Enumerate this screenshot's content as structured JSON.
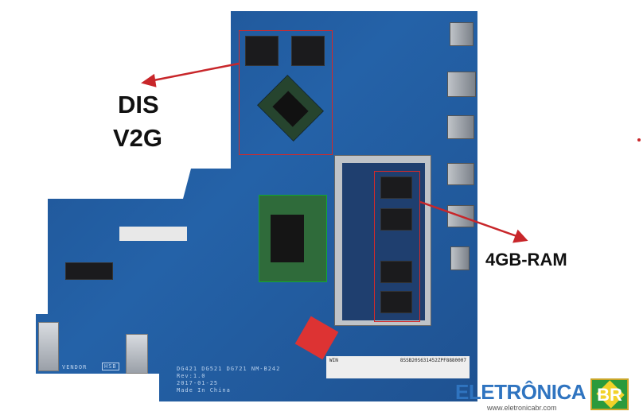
{
  "annotations": {
    "gpu_label_line1": "DIS",
    "gpu_label_line2": "V2G",
    "ram_label": "4GB-RAM",
    "annotation_color": "#c8262a"
  },
  "board_silkscreen": {
    "model": "DG421 DG521 DG721 NM-B242",
    "revision": "Rev:1.0",
    "date": "2017-01-25",
    "origin": "Made In China",
    "vendor": "VENDOR",
    "vendor_code": "HSB",
    "sticker_win": "WIN",
    "sticker_serial": "8SSB20S631452ZPF8880007"
  },
  "watermark": {
    "brand": "ELETRÔNICA",
    "brand_suffix": "BR",
    "url": "www.eletronicabr.com"
  }
}
